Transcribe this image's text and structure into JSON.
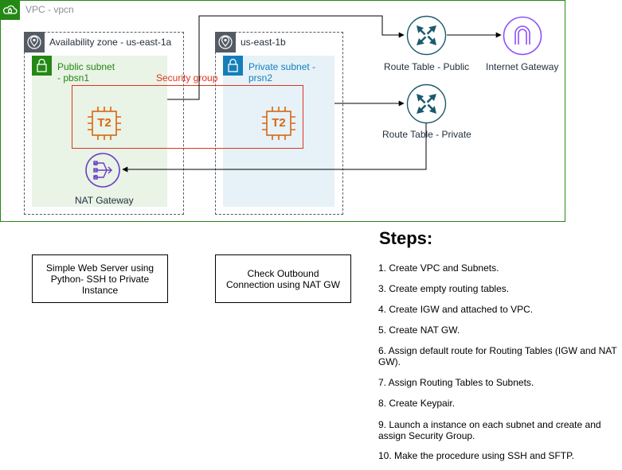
{
  "vpc": {
    "label": "VPC - vpcn",
    "icon": "vpc-cloud-icon"
  },
  "zones": [
    {
      "label": "Availability zone - us-east-1a",
      "icon": "location-pin-icon"
    },
    {
      "label": "us-east-1b",
      "icon": "location-pin-icon"
    }
  ],
  "subnets": {
    "public": {
      "line1": "Public subnet",
      "line2": "- pbsn1",
      "icon": "lock-icon"
    },
    "private": {
      "line1": "Private subnet -",
      "line2": "prsn2",
      "icon": "lock-icon"
    }
  },
  "security_group": {
    "label": "Security group"
  },
  "instances": [
    {
      "label": "T2",
      "icon": "ec2-instance-icon"
    },
    {
      "label": "T2",
      "icon": "ec2-instance-icon"
    }
  ],
  "nat_gateway": {
    "label": "NAT Gateway",
    "icon": "nat-gateway-icon"
  },
  "route_tables": [
    {
      "label": "Route Table - Public",
      "icon": "router-icon"
    },
    {
      "label": "Route Table - Private",
      "icon": "router-icon"
    }
  ],
  "internet_gateway": {
    "label": "Internet Gateway",
    "icon": "internet-gateway-icon"
  },
  "notes": [
    {
      "text": "Simple Web Server using Python- SSH to Private Instance"
    },
    {
      "text": "Check Outbound Connection using NAT GW"
    }
  ],
  "steps": {
    "title": "Steps:",
    "items": [
      "1. Create VPC and Subnets.",
      "3. Create empty routing tables.",
      "4. Create IGW and attached to VPC.",
      "5. Create NAT GW.",
      "6. Assign default route for Routing Tables (IGW and NAT GW).",
      "7. Assign Routing Tables to Subnets.",
      "8. Create Keypair.",
      "9. Launch a instance on each subnet and create and assign Security Group.",
      "10. Make the procedure using SSH and SFTP."
    ]
  },
  "colors": {
    "vpc_green": "#248814",
    "private_blue": "#147eba",
    "security_red": "#dd3522",
    "ec2_orange": "#d86613",
    "router_teal": "#1b5a6c",
    "igw_purple": "#8c4fff",
    "nat_purple": "#693cc5"
  }
}
